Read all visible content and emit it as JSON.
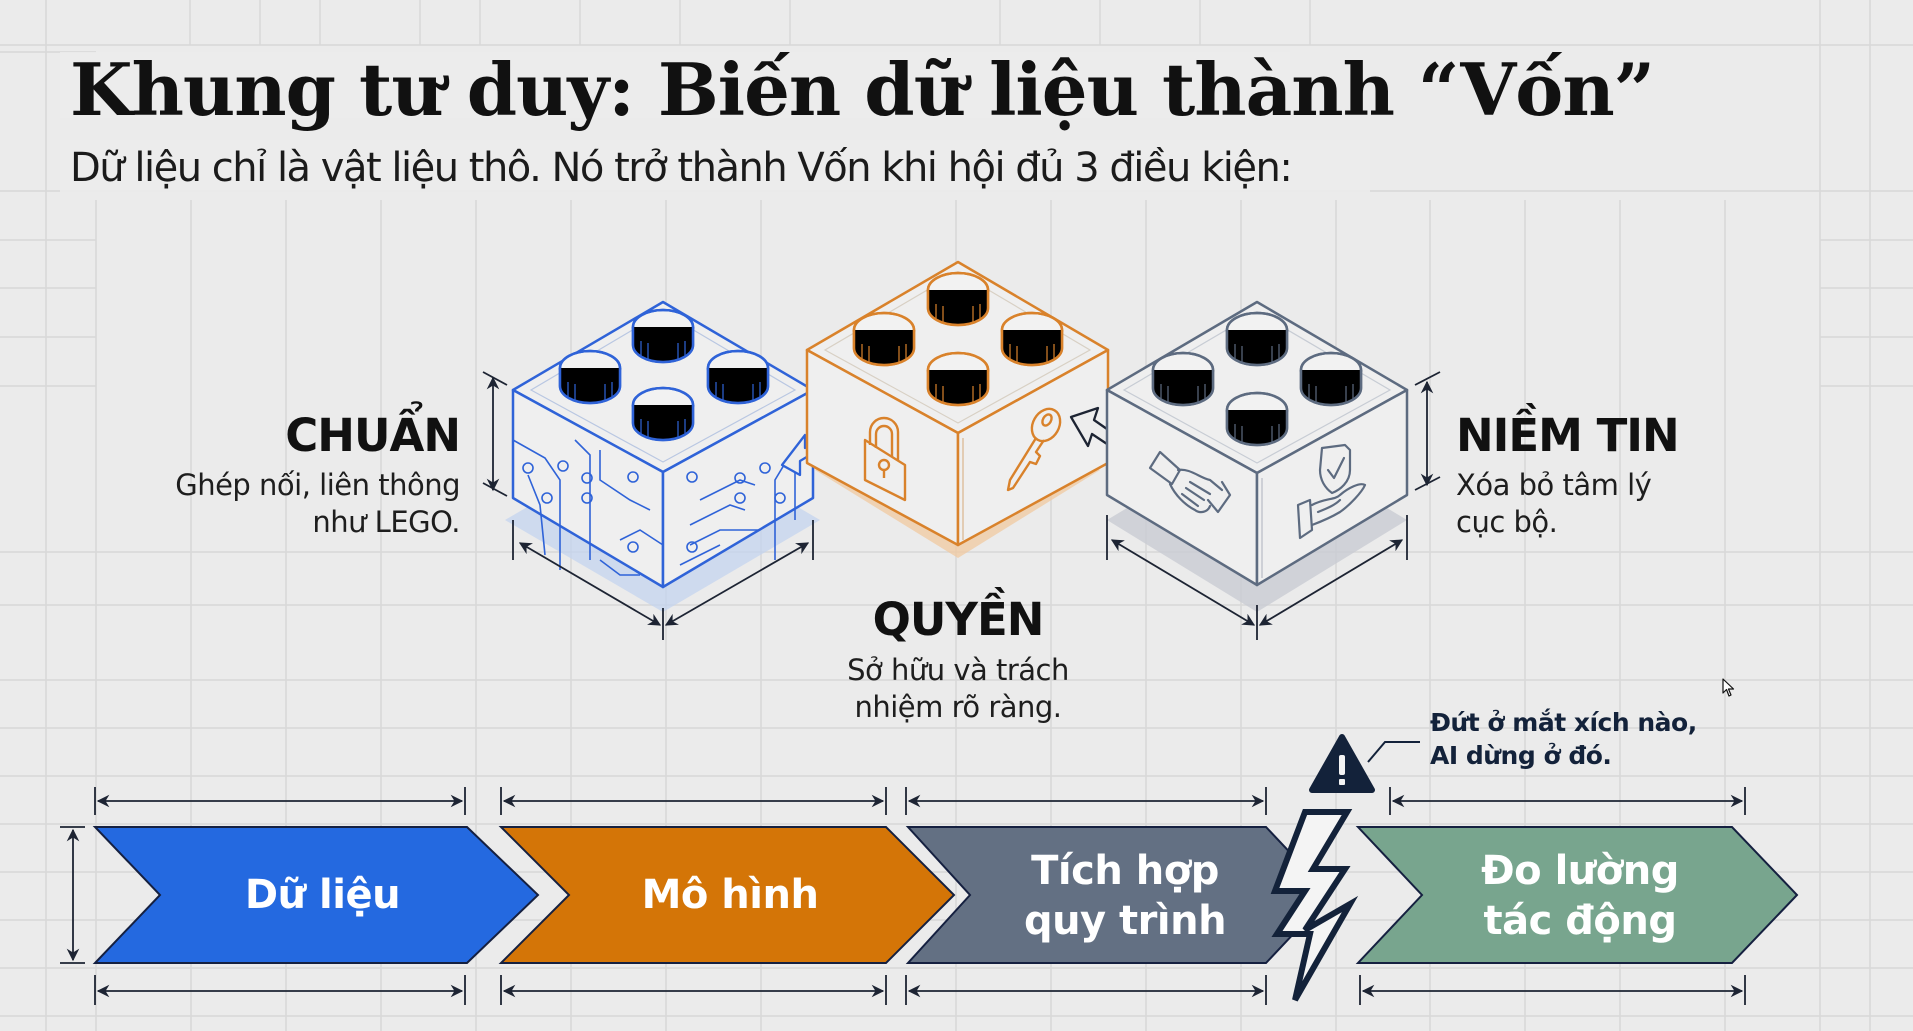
{
  "header": {
    "title": "Khung tư duy: Biến dữ liệu thành “Vốn”",
    "subtitle": "Dữ liệu chỉ là vật liệu thô. Nó trở thành Vốn khi hội đủ 3 điều kiện:"
  },
  "pillars": [
    {
      "id": "chuan",
      "label": "CHUẨN",
      "desc_lines": [
        "Ghép nối, liên thông",
        "như LEGO."
      ],
      "color": "#2f63d8",
      "icon": "circuit-board-icon"
    },
    {
      "id": "quyen",
      "label": "QUYỀN",
      "desc_lines": [
        "Sở hữu và trách",
        "nhiệm rõ ràng."
      ],
      "color": "#d9822b",
      "icons": [
        "padlock-icon",
        "key-icon"
      ]
    },
    {
      "id": "niem-tin",
      "label": "NIỀM TIN",
      "desc_lines": [
        "Xóa bỏ tâm lý",
        "cục bộ."
      ],
      "color": "#5d6b80",
      "icons": [
        "handshake-icon",
        "shield-hand-icon"
      ]
    }
  ],
  "pipeline": {
    "steps": [
      {
        "lines": [
          "Dữ liệu"
        ],
        "color": "#2469e0"
      },
      {
        "lines": [
          "Mô hình"
        ],
        "color": "#d47507"
      },
      {
        "lines": [
          "Tích hợp",
          "quy trình"
        ],
        "color": "#637083"
      },
      {
        "lines": [
          "Đo lường",
          "tác động"
        ],
        "color": "#78a58e"
      }
    ],
    "break_icon": "lightning-bolt-icon",
    "warning_icon": "warning-triangle-icon",
    "callout_lines": [
      "Đứt ở mắt xích nào,",
      "AI dừng ở đó."
    ]
  },
  "colors": {
    "background": "#ebebeb",
    "grid": "#d6d6d6",
    "dimension": "#1d2433",
    "dark_navy": "#13223a"
  }
}
